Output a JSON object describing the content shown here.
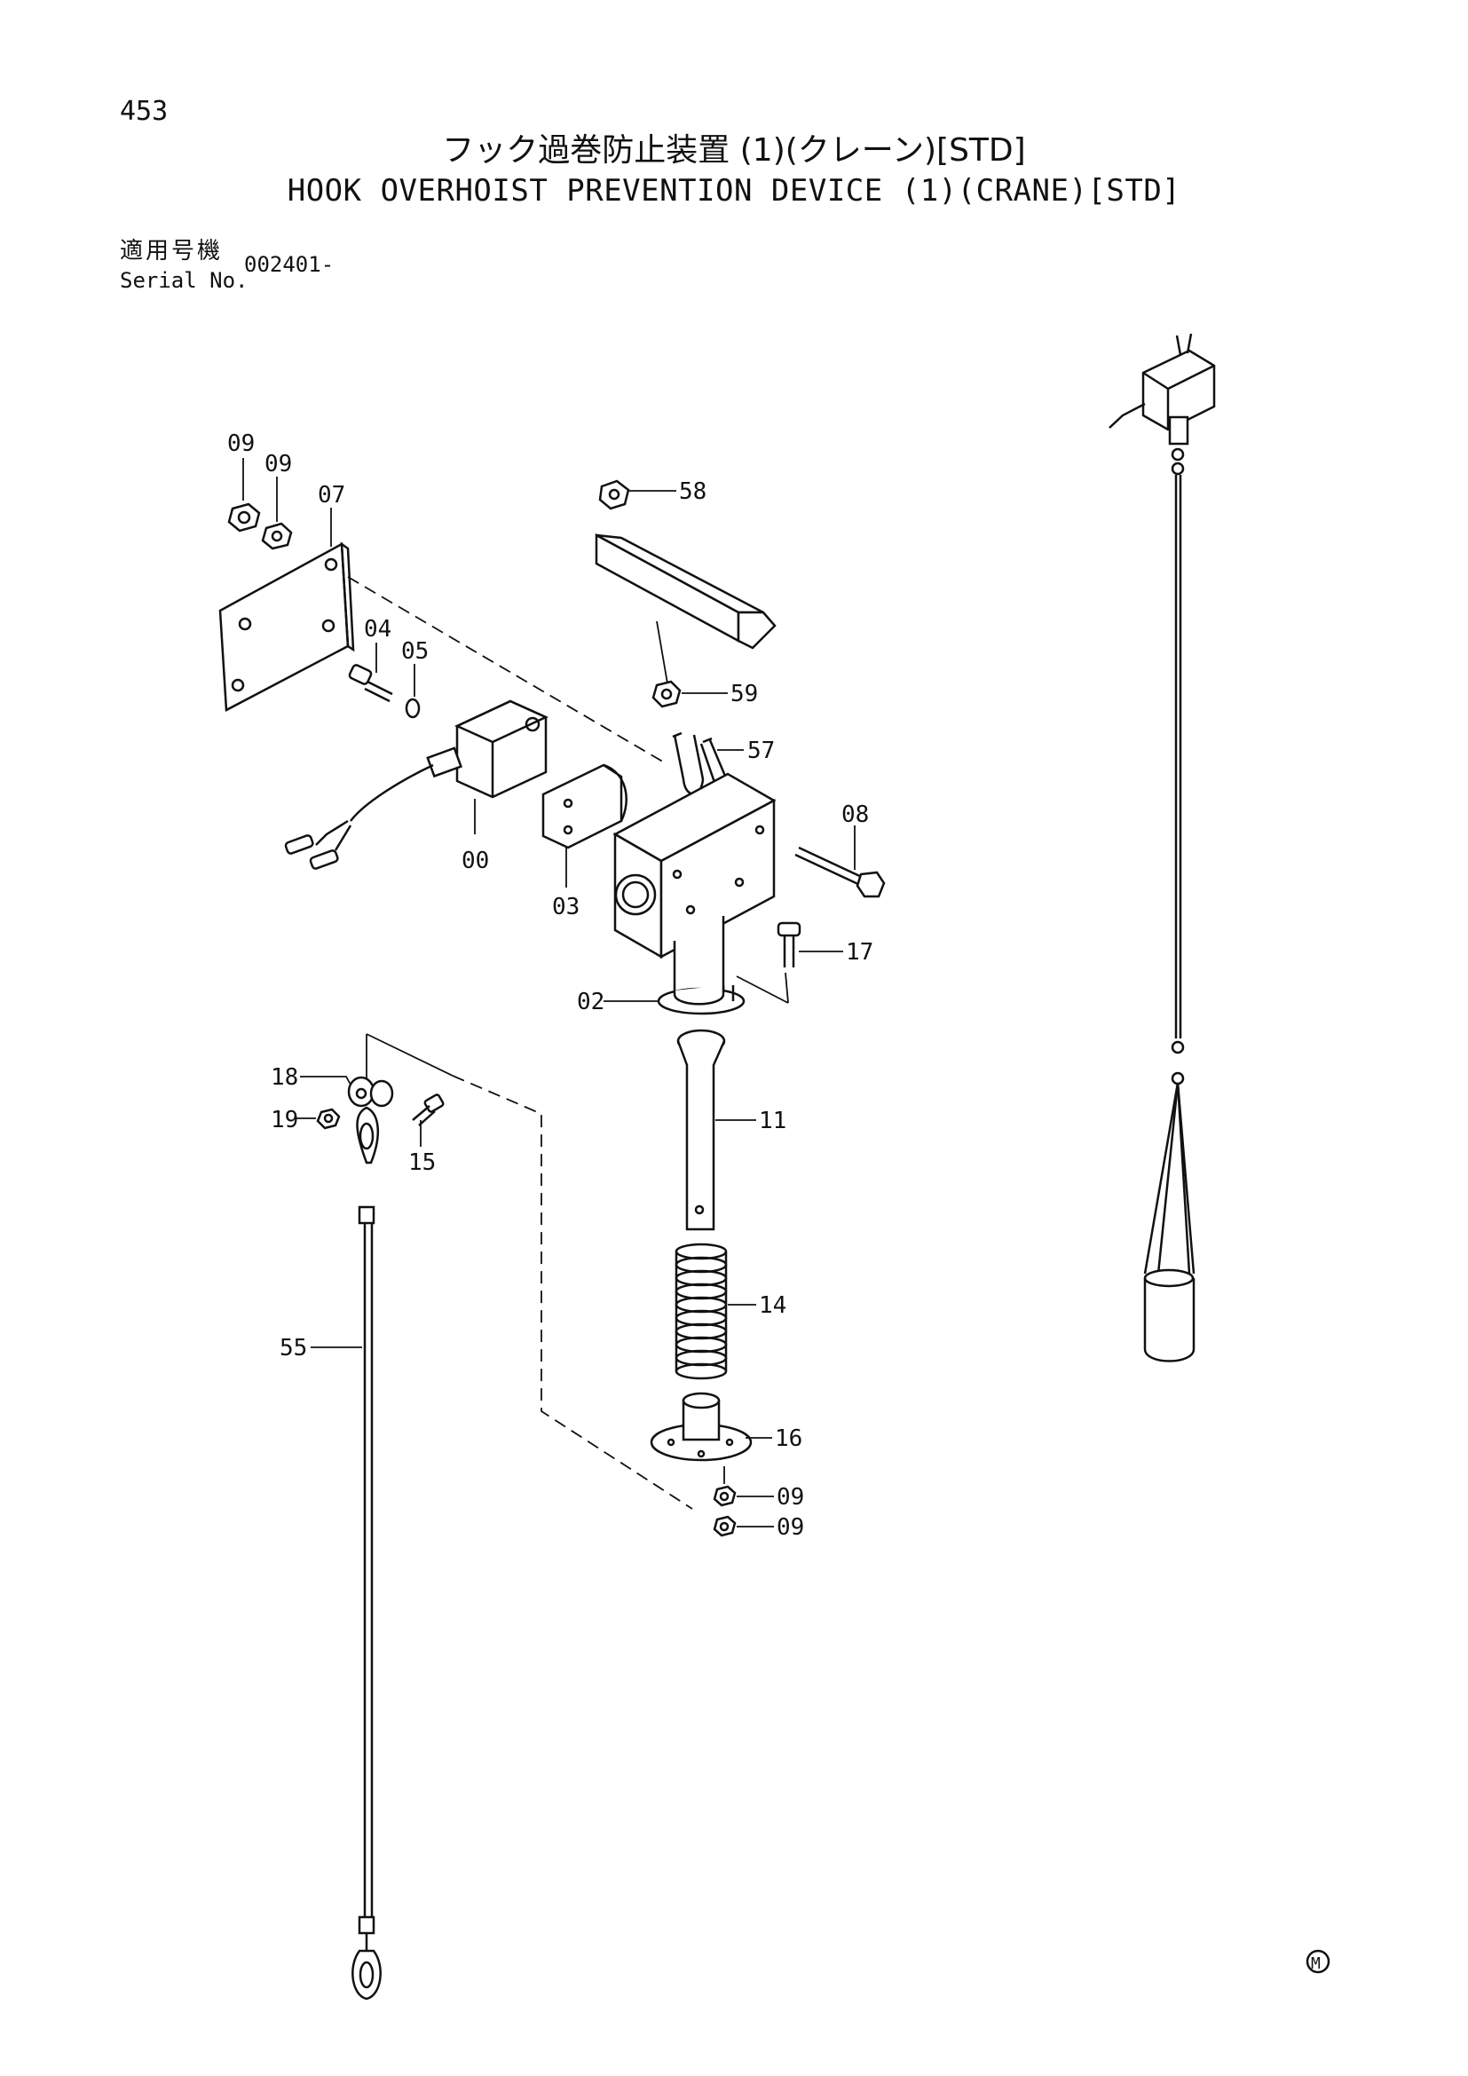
{
  "header": {
    "page_number": "453",
    "title_jp": "フック過巻防止装置 (1)(クレーン)[STD]",
    "title_en": "HOOK OVERHOIST PREVENTION DEVICE (1)(CRANE)[STD]",
    "serial_label_jp": "適用号機",
    "serial_label_en": "Serial No.",
    "serial_value": "002401-"
  },
  "callouts": {
    "c09_a": "09",
    "c09_b": "09",
    "c07": "07",
    "c58": "58",
    "c04": "04",
    "c05": "05",
    "c59": "59",
    "c57": "57",
    "c08": "08",
    "c00": "00",
    "c03": "03",
    "c17": "17",
    "c02": "02",
    "c18": "18",
    "c19": "19",
    "c15": "15",
    "c11": "11",
    "c14": "14",
    "c55": "55",
    "c16": "16",
    "c09_c": "09",
    "c09_d": "09"
  },
  "footer": {
    "mark": "M"
  }
}
